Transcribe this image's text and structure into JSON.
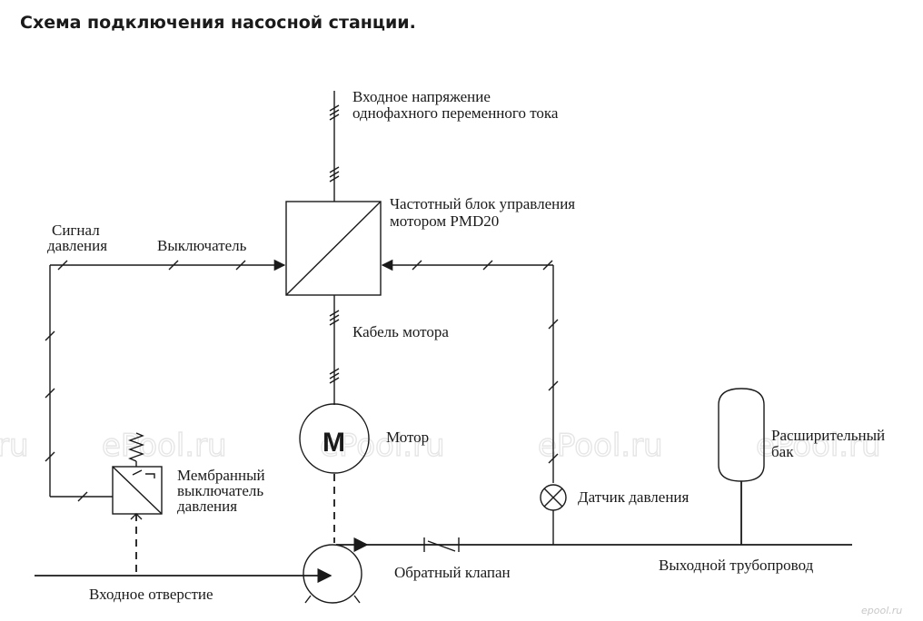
{
  "title": "Схема подключения насосной станции.",
  "labels": {
    "input_voltage_1": "Входное напряжение",
    "input_voltage_2": "однофахного переменного тока",
    "control_unit_1": "Частотный блок управления",
    "control_unit_2": "мотором PMD20",
    "pressure_signal_1": "Сигнал",
    "pressure_signal_2": "давления",
    "switch": "Выключатель",
    "motor_cable": "Кабель мотора",
    "motor": "Мотор",
    "motor_symbol": "M",
    "membrane_switch_1": "Мембранный",
    "membrane_switch_2": "выключатель",
    "membrane_switch_3": "давления",
    "pressure_sensor": "Датчик давления",
    "expansion_tank_1": "Расширительный",
    "expansion_tank_2": "бак",
    "check_valve": "Обратный клапан",
    "output_pipe": "Выходной трубопровод",
    "input_opening": "Входное отверстие"
  },
  "watermark": "ePool.ru",
  "watermark_edge": "ru",
  "corner_logo": "epool.ru"
}
